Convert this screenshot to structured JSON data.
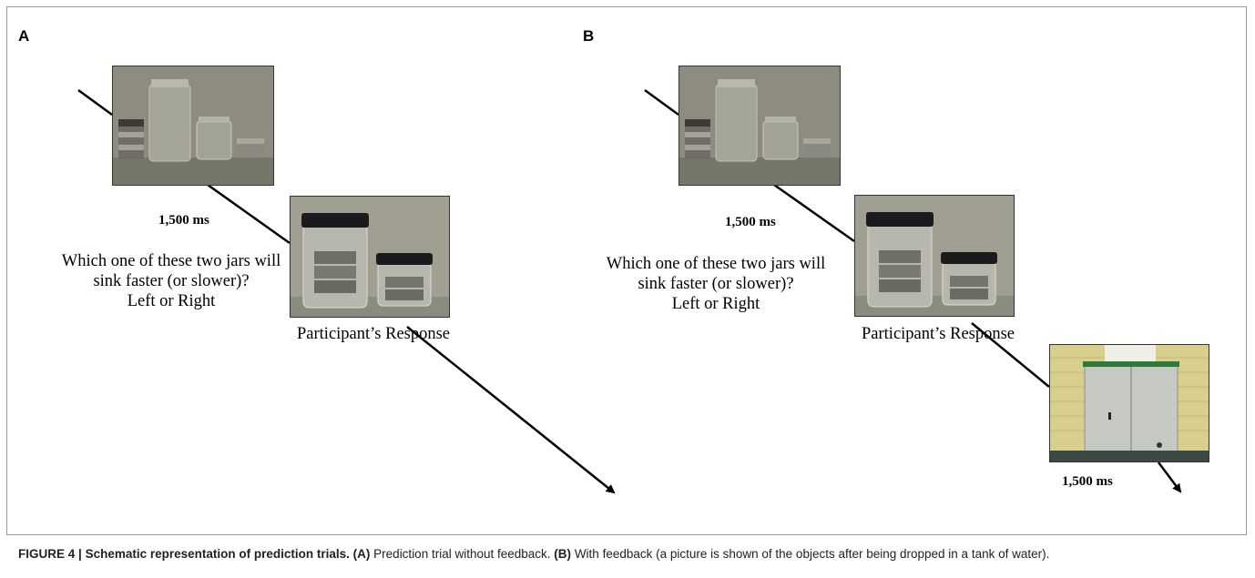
{
  "figure": {
    "panel_a_letter": "A",
    "panel_b_letter": "B",
    "timing_label": "1,500 ms",
    "question_line1": "Which one of these two jars will",
    "question_line2": "sink faster (or slower)?",
    "question_line3": "Left or Right",
    "response_label": "Participant’s Response",
    "feedback_timing_label": "1,500 ms"
  },
  "caption": {
    "figure_number": "FIGURE 4 |",
    "title": "Schematic representation of prediction trials.",
    "a_ref": "(A)",
    "a_text": "Prediction trial without feedback.",
    "b_ref": "(B)",
    "b_text": "With feedback (a picture is shown of the objects after being dropped in a tank of water)."
  }
}
